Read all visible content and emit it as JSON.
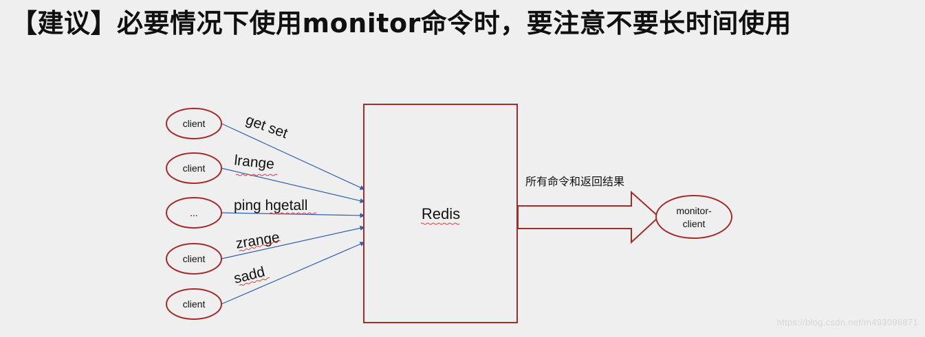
{
  "slide": {
    "title": "【建议】必要情况下使用monitor命令时，要注意不要长时间使用"
  },
  "diagram": {
    "clients": [
      {
        "label": "client"
      },
      {
        "label": "client"
      },
      {
        "label": "..."
      },
      {
        "label": "client"
      },
      {
        "label": "client"
      }
    ],
    "commands": [
      {
        "label": "get set"
      },
      {
        "label": "lrange"
      },
      {
        "label": "ping hgetall"
      },
      {
        "label": "zrange"
      },
      {
        "label": "sadd"
      }
    ],
    "server": {
      "label": "Redis"
    },
    "output_arrow": {
      "label": "所有命令和返回结果"
    },
    "monitor_client": {
      "line1": "monitor-",
      "line2": "client"
    },
    "colors": {
      "outline": "#a52a2a",
      "connector": "#2f5fb0",
      "spellcheck": "#e23b3b",
      "background": "#efefef"
    }
  },
  "watermark": {
    "text": "https://blog.csdn.net/m493096871"
  }
}
